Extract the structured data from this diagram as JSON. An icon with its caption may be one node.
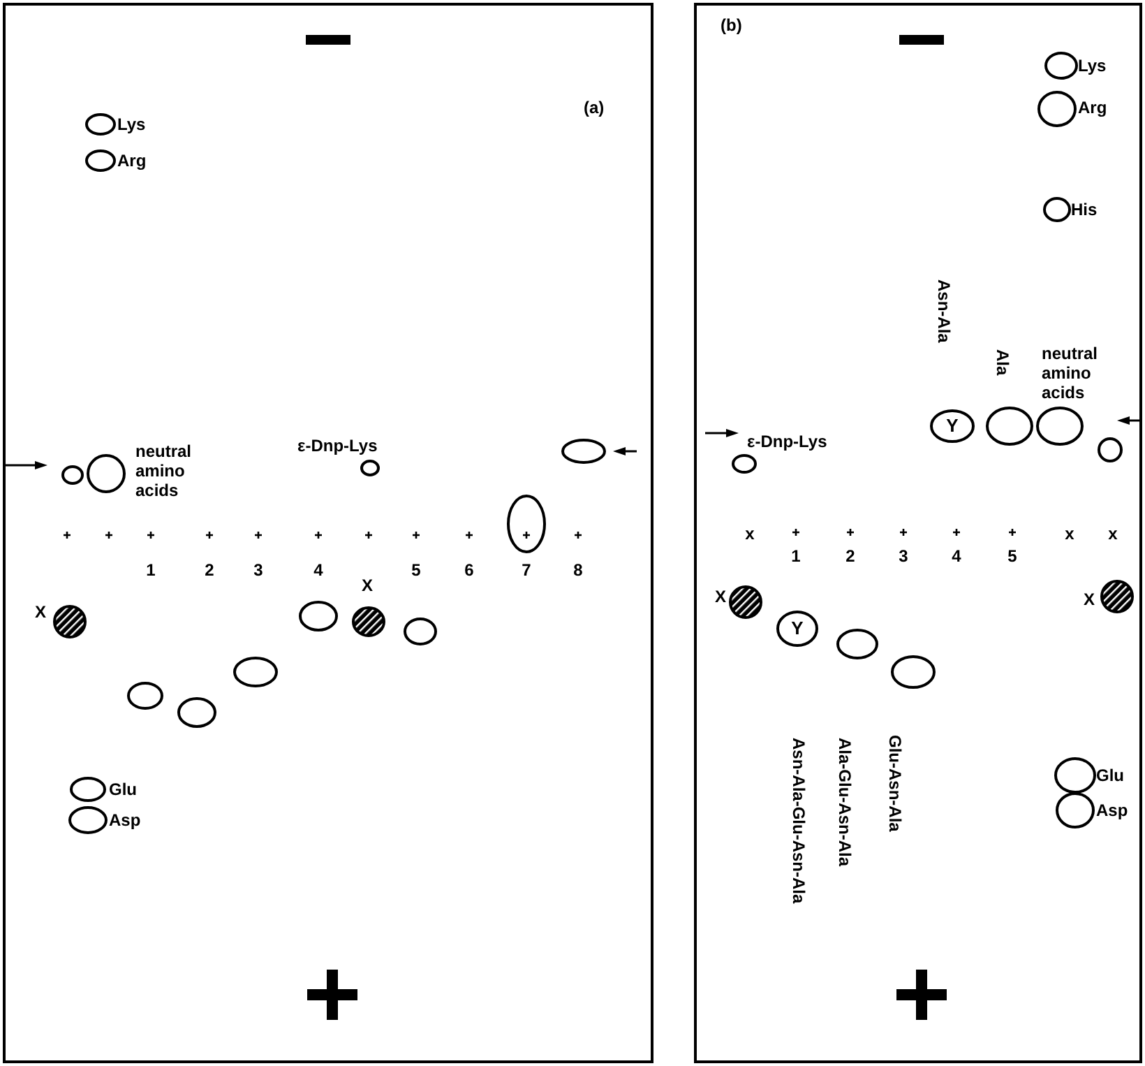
{
  "diagram": {
    "nodes": [
      {
        "text": [
          "(a)"
        ]
      },
      {
        "text": [],
        "shape": "circle",
        "in": 0,
        "beside": [
          "Lys"
        ]
      },
      {
        "text": [],
        "shape": "circle",
        "in": 0,
        "beside": [
          "Arg"
        ]
      },
      {
        "text": [],
        "shape": "circle",
        "in": 0
      },
      {
        "text": [],
        "shape": "circle",
        "in": 0,
        "beside": [
          "neutral amino acids"
        ]
      },
      {
        "text": [],
        "shape": "circle",
        "in": 0,
        "beside": [
          "ε-Dnp-Lys"
        ]
      },
      {
        "text": [],
        "shape": "circle",
        "in": 0
      },
      {
        "text": [],
        "shape": "circle",
        "in": 0
      },
      {
        "text": [],
        "shape": "circle",
        "in": 0,
        "beside": [
          "X"
        ]
      },
      {
        "text": [],
        "shape": "circle",
        "in": 0
      },
      {
        "text": [],
        "shape": "circle",
        "in": 0,
        "beside": [
          "X"
        ]
      },
      {
        "text": [],
        "shape": "circle",
        "in": 0
      },
      {
        "text": [],
        "shape": "circle",
        "in": 0
      },
      {
        "text": [],
        "shape": "circle",
        "in": 0
      },
      {
        "text": [],
        "shape": "circle",
        "in": 0
      },
      {
        "text": [],
        "shape": "circle",
        "in": 0,
        "beside": [
          "Glu"
        ]
      },
      {
        "text": [],
        "shape": "circle",
        "in": 0,
        "beside": [
          "Asp"
        ]
      },
      {
        "text": [
          "(b)"
        ]
      },
      {
        "text": [],
        "shape": "circle",
        "in": 17,
        "beside": [
          "Lys"
        ]
      },
      {
        "text": [],
        "shape": "circle",
        "in": 17,
        "beside": [
          "Arg"
        ]
      },
      {
        "text": [],
        "shape": "circle",
        "in": 17,
        "beside": [
          "His"
        ]
      },
      {
        "text": [
          "Y"
        ],
        "in": 17
      },
      {
        "text": [],
        "shape": "circle",
        "in": 17,
        "beside": [
          "Ala"
        ]
      },
      {
        "text": [],
        "shape": "circle",
        "in": 17,
        "beside": [
          "neutral amino acids"
        ]
      },
      {
        "text": [],
        "shape": "circle",
        "in": 17
      },
      {
        "text": [],
        "shape": "circle",
        "in": 17,
        "beside": [
          "ε-Dnp-Lys"
        ]
      },
      {
        "text": [],
        "shape": "circle",
        "in": 17,
        "beside": [
          "X"
        ]
      },
      {
        "text": [],
        "shape": "circle",
        "in": 17,
        "beside": [
          "X"
        ]
      },
      {
        "text": [
          "Y"
        ],
        "in": 17
      },
      {
        "text": [],
        "shape": "circle",
        "in": 17
      },
      {
        "text": [],
        "shape": "circle",
        "in": 17
      },
      {
        "text": [],
        "shape": "circle",
        "in": 17,
        "beside": [
          "Glu"
        ]
      },
      {
        "text": [],
        "shape": "circle",
        "in": 17,
        "beside": [
          "Asp"
        ]
      }
    ],
    "edges": [],
    "labels": [
      "1",
      "2",
      "3",
      "4",
      "5",
      "6",
      "7",
      "8",
      "Asn-Ala",
      "x",
      "x",
      "x",
      "1",
      "2",
      "3",
      "4",
      "5",
      "Asn-Ala-Glu-Asn-Ala",
      "Ala-Glu-Asn-Ala",
      "Glu-Asn-Ala"
    ]
  }
}
